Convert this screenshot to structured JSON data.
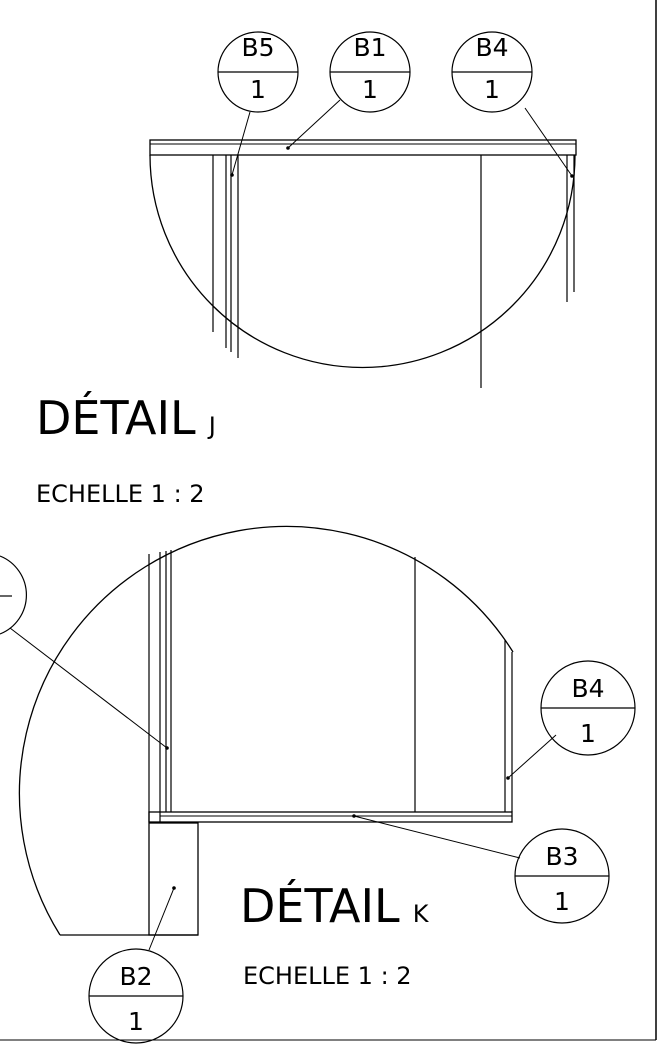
{
  "detail_j": {
    "title": "DÉTAIL",
    "letter": "J",
    "scale": "ECHELLE 1 : 2",
    "balloons": [
      {
        "item": "B5",
        "qty": "1"
      },
      {
        "item": "B1",
        "qty": "1"
      },
      {
        "item": "B4",
        "qty": "1"
      }
    ]
  },
  "detail_k": {
    "title": "DÉTAIL",
    "letter": "K",
    "scale": "ECHELLE 1 : 2",
    "balloons": [
      {
        "item": "B4",
        "qty": "1"
      },
      {
        "item": "B3",
        "qty": "1"
      },
      {
        "item": "B2",
        "qty": "1"
      }
    ]
  }
}
